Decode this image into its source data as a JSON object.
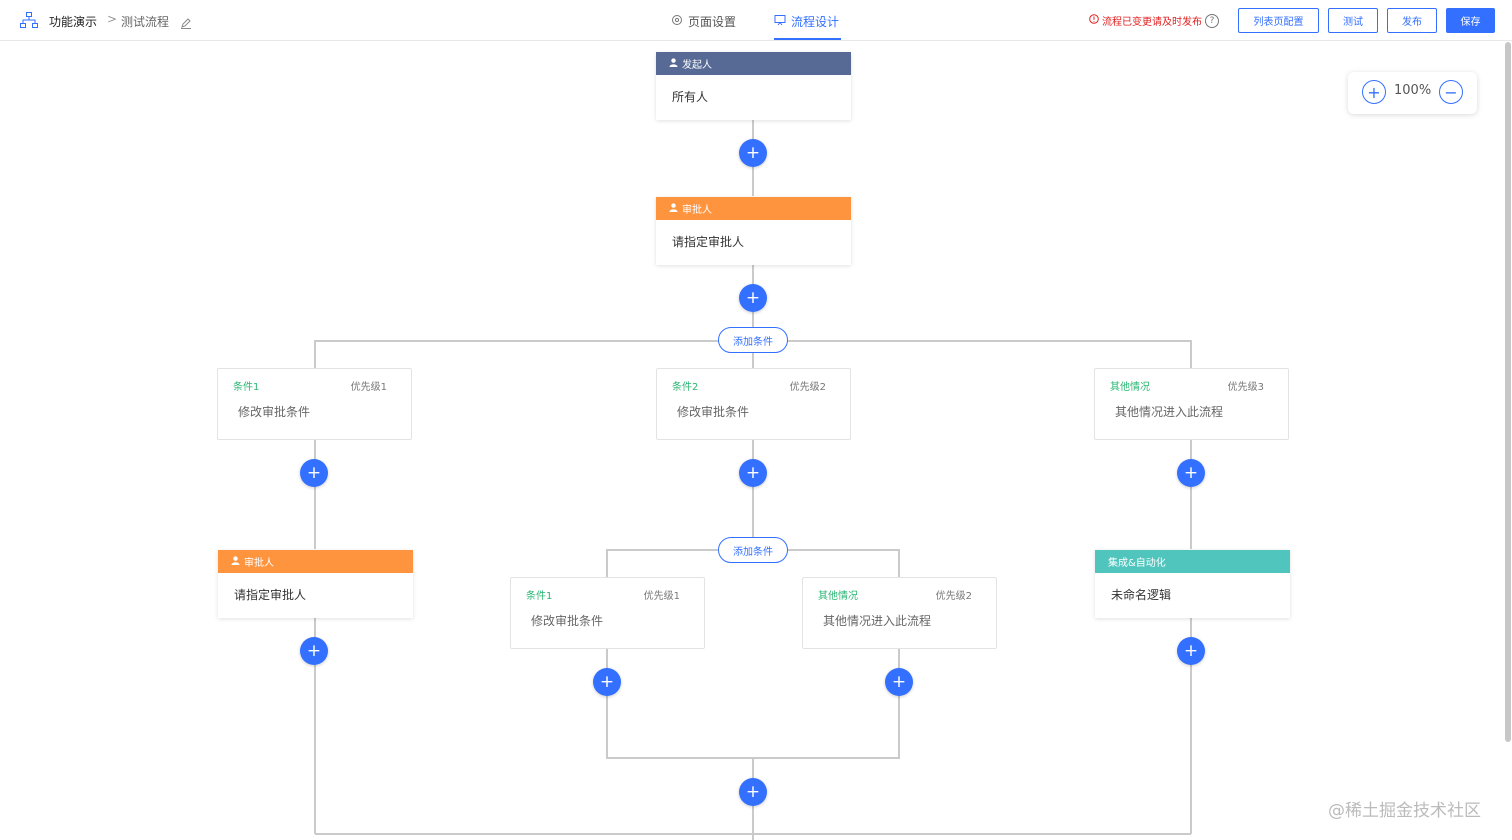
{
  "header": {
    "app_title": "功能演示",
    "breadcrumb_sep": ">",
    "flow_name": "测试流程",
    "tabs": [
      {
        "label": "页面设置"
      },
      {
        "label": "流程设计"
      }
    ],
    "warning": "流程已变更请及时发布",
    "help_icon": "?",
    "buttons": {
      "list_config": "列表页配置",
      "test": "测试",
      "publish": "发布",
      "save": "保存"
    }
  },
  "zoom": {
    "level": "100%",
    "plus": "+",
    "minus": "−"
  },
  "flow": {
    "add_label": "+",
    "add_condition_label": "添加条件",
    "initiator": {
      "title": "发起人",
      "body": "所有人"
    },
    "approver_top": {
      "title": "审批人",
      "body": "请指定审批人"
    },
    "branches": [
      {
        "name": "条件1",
        "priority": "优先级1",
        "text": "修改审批条件"
      },
      {
        "name": "条件2",
        "priority": "优先级2",
        "text": "修改审批条件"
      },
      {
        "name": "其他情况",
        "priority": "优先级3",
        "text": "其他情况进入此流程"
      }
    ],
    "approver_left": {
      "title": "审批人",
      "body": "请指定审批人"
    },
    "sub_branches": [
      {
        "name": "条件1",
        "priority": "优先级1",
        "text": "修改审批条件"
      },
      {
        "name": "其他情况",
        "priority": "优先级2",
        "text": "其他情况进入此流程"
      }
    ],
    "automation": {
      "title": "集成&自动化",
      "body": "未命名逻辑"
    }
  },
  "watermark": "@稀土掘金技术社区",
  "colors": {
    "accent": "#3370ff",
    "initiator": "#576a95",
    "approver": "#ff943e",
    "automation": "#4fc5bd",
    "condition": "#2bb673"
  }
}
